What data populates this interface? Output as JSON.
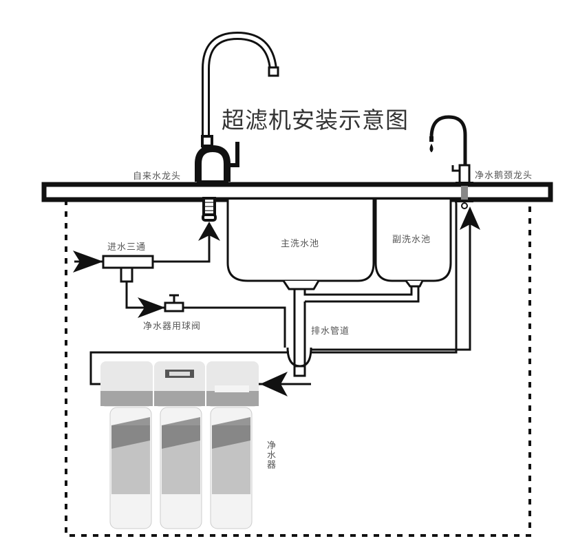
{
  "title": "超滤机安装示意图",
  "labels": {
    "tap_faucet": "自来水龙头",
    "gooseneck_faucet": "净水鹅颈龙头",
    "inlet_tee": "进水三通",
    "ball_valve": "净水器用球阀",
    "main_sink": "主洗水池",
    "secondary_sink": "副洗水池",
    "drain_pipe": "排水管道",
    "purifier": "净水器"
  },
  "colors": {
    "line": "#111111",
    "label": "#555555",
    "housing": "#e6e6e6",
    "housing_band": "#9a9a9a",
    "cartridge": "#f3f3f3",
    "cartridge_label": "#8a8a8a"
  },
  "filter_stages": 3
}
